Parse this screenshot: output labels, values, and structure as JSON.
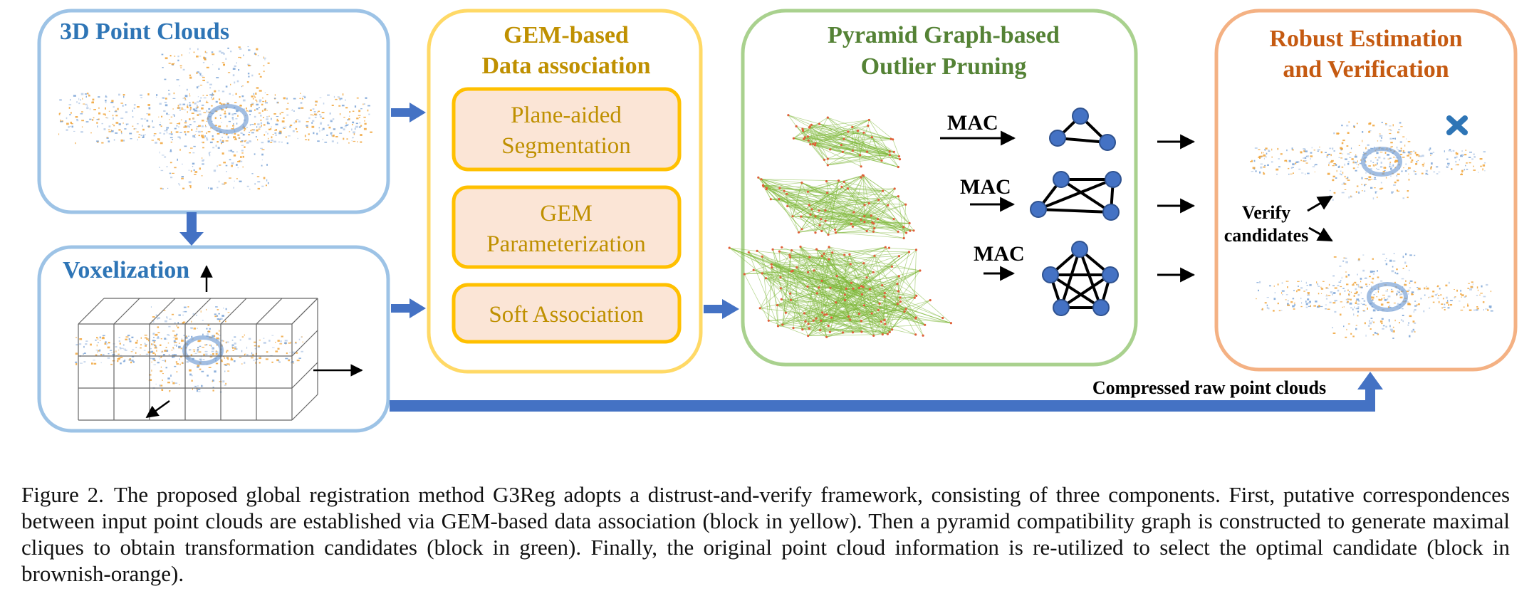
{
  "panels": {
    "point_clouds_title": "3D Point Clouds",
    "voxelization_title": "Voxelization",
    "gem_title_line1": "GEM-based",
    "gem_title_line2": "Data association",
    "gem_items": [
      {
        "line1": "Plane-aided",
        "line2": "Segmentation"
      },
      {
        "line1": "GEM",
        "line2": "Parameterization"
      },
      {
        "line1": "Soft Association",
        "line2": ""
      }
    ],
    "pyramid_title_line1": "Pyramid Graph-based",
    "pyramid_title_line2": "Outlier Pruning",
    "mac_labels": [
      "MAC",
      "MAC",
      "MAC"
    ],
    "robust_title_line1": "Robust Estimation",
    "robust_title_line2": "and Verification",
    "verify_line1": "Verify",
    "verify_line2": "candidates",
    "compressed_label": "Compressed raw point clouds"
  },
  "colors": {
    "blue_frame": "#9dc3e6",
    "blue_title": "#2e75b6",
    "yellow_frame": "#ffd966",
    "gem_title": "#bf9000",
    "gem_box_fill": "#fbe5d6",
    "gem_box_stroke": "#ffc000",
    "green_frame": "#a9d18e",
    "green_title": "#548235",
    "orange_frame": "#f4b183",
    "orange_title": "#c55a11",
    "arrow_blue": "#4472c4",
    "node_blue": "#4472c4",
    "reject_blue": "#2e75b6",
    "accept_red": "#ff0000"
  },
  "icons": {
    "reject": "x-mark-icon",
    "accept": "heart-icon"
  },
  "caption": {
    "label": "Figure 2.",
    "text": "The proposed global registration method G3Reg adopts a distrust-and-verify framework, consisting of three components. First, putative correspondences between input point clouds are established via GEM-based data association (block in yellow). Then a pyramid compatibility graph is constructed to generate maximal cliques to obtain transformation candidates (block in green). Finally, the original point cloud information is re-utilized to select the optimal candidate (block in brownish-orange)."
  }
}
